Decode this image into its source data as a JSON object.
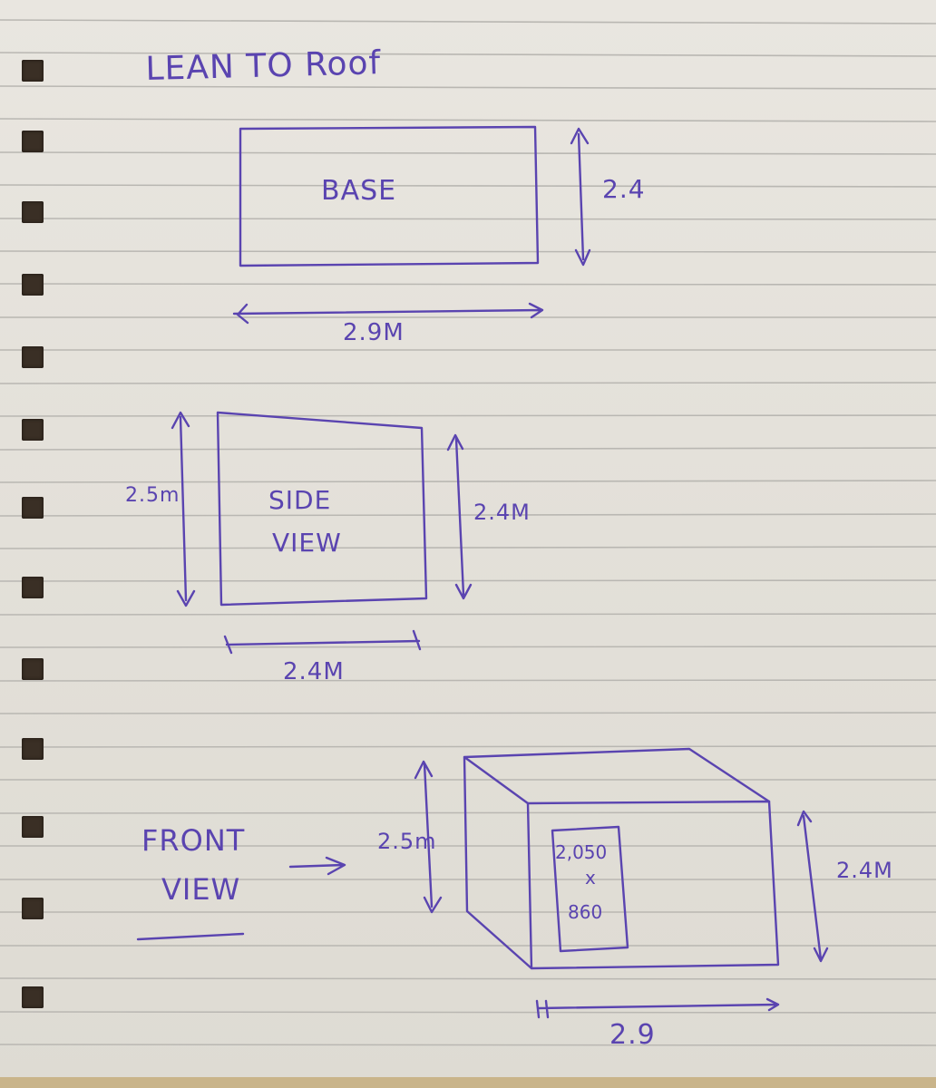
{
  "title": "LEAN TO Roof",
  "base": {
    "label": "BASE",
    "height_dim": "2.4",
    "width_dim": "2.9M"
  },
  "side_view": {
    "label_line1": "SIDE",
    "label_line2": "VIEW",
    "left_dim": "2.5m",
    "right_dim": "2.4M",
    "bottom_dim": "2.4M"
  },
  "front_view": {
    "label_line1": "FRONT",
    "label_line2": "VIEW",
    "left_dim": "2.5m",
    "right_dim": "2.4M",
    "bottom_dim": "2.9",
    "door_width": "2,050",
    "door_x": "x",
    "door_height": "860"
  },
  "colors": {
    "ink": "#5a44b0",
    "paper": "#e6e3dc",
    "rule_line": "#b9b7b2"
  }
}
